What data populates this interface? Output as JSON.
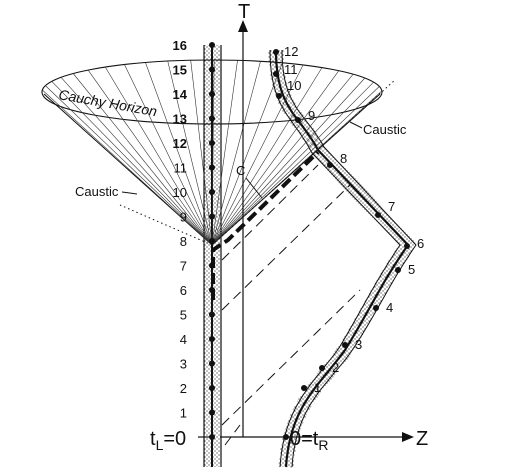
{
  "diagram": {
    "axis_time": "T",
    "axis_space": "Z",
    "cauchy_horizon": "Cauchy Horizon",
    "caustic_right": "Caustic",
    "caustic_left": "Caustic",
    "label_c": "C",
    "origin_left": "t",
    "origin_left_sub": "L",
    "origin_left_eq": "=0",
    "origin_right": "0=t",
    "origin_right_sub": "R",
    "left_ticks": [
      "1",
      "2",
      "3",
      "4",
      "5",
      "6",
      "7",
      "8",
      "9",
      "10",
      "11",
      "12",
      "13",
      "14",
      "15",
      "16"
    ],
    "right_ticks": [
      "1",
      "2",
      "3",
      "4",
      "5",
      "6",
      "7",
      "8",
      "9",
      "10",
      "11",
      "12"
    ]
  }
}
